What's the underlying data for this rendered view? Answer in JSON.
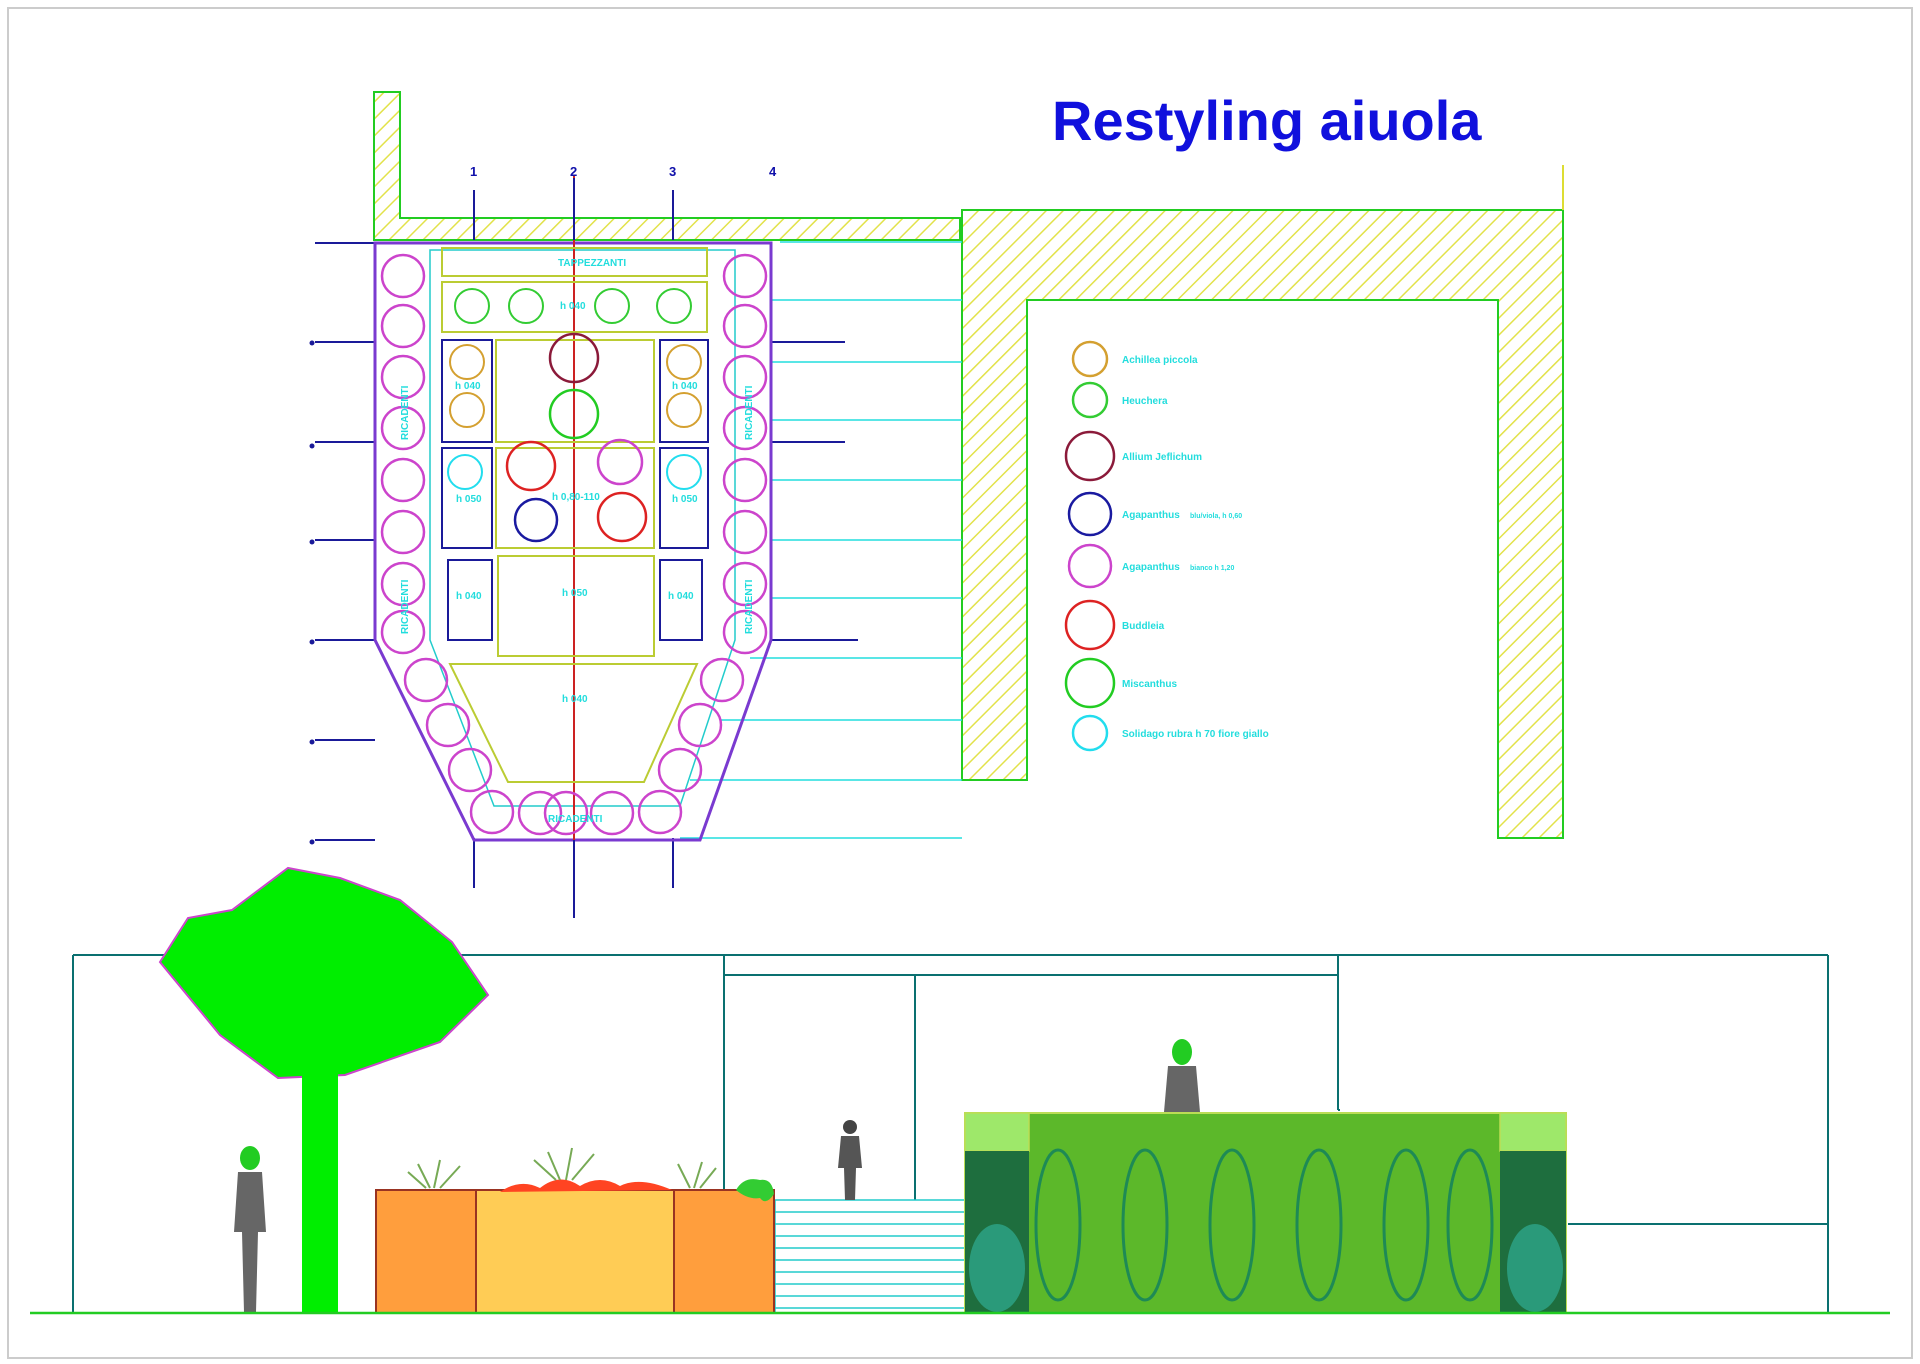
{
  "title": "Restyling aiuola",
  "axis_numbers": [
    "1",
    "2",
    "3",
    "4"
  ],
  "zone_labels": {
    "top_strip": "TAPPEZZANTI",
    "h_upper_row": "h 040",
    "center_top": "h 0,80-110",
    "center_mid": "h 050",
    "bottom_trapezoid": "h 040",
    "left_top_box": "h 040",
    "right_top_box": "h 040",
    "left_mid_box": "h 050",
    "right_mid_box": "h 050",
    "left_low_box": "h 040",
    "right_low_box": "h 040",
    "border_bottom": "RICADENTI",
    "left_border_upper": "RICADENTI",
    "left_border_lower": "RICADENTI",
    "right_border_upper": "RICADENTI",
    "right_border_lower": "RICADENTI"
  },
  "legend": [
    {
      "label": "Achillea piccola",
      "sub": "",
      "color": "#d4a030"
    },
    {
      "label": "Heuchera",
      "sub": "",
      "color": "#33cc33"
    },
    {
      "label": "Allium Jeflichum",
      "sub": "",
      "color": "#8b1a3a"
    },
    {
      "label": "Agapanthus",
      "sub": "blu/viola, h 0,60",
      "color": "#1a1aa0"
    },
    {
      "label": "Agapanthus",
      "sub": "bianco h 1,20",
      "color": "#cc44cc"
    },
    {
      "label": "Buddleia",
      "sub": "",
      "color": "#dd2222"
    },
    {
      "label": "Miscanthus",
      "sub": "",
      "color": "#22cc22"
    },
    {
      "label": "Solidago rubra h 70 fiore giallo",
      "sub": "",
      "color": "#22ddee"
    }
  ],
  "colors": {
    "ground_line": "#22cc22",
    "wall_outline": "#0a7070",
    "hatch": "#dddd33",
    "plan_outline": "#7a3ad0",
    "axis_blue": "#1a1a99",
    "axis_red": "#cc2222",
    "tree": "#00ee00",
    "planter_orange": "#ff9e3d",
    "planter_yellow": "#ffcc55",
    "hedge_green": "#5cb82a",
    "hedge_dark": "#1e6e3e"
  }
}
